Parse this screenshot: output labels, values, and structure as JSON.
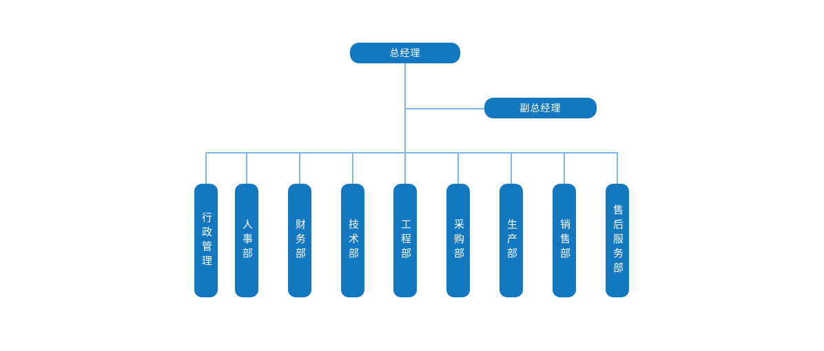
{
  "org_chart": {
    "root": {
      "label": "总经理"
    },
    "deputy": {
      "label": "副总经理"
    },
    "departments": [
      {
        "label": "行政管理"
      },
      {
        "label": "人事部"
      },
      {
        "label": "财务部"
      },
      {
        "label": "技术部"
      },
      {
        "label": "工程部"
      },
      {
        "label": "采购部"
      },
      {
        "label": "生产部"
      },
      {
        "label": "销售部"
      },
      {
        "label": "售后服务部"
      }
    ],
    "colors": {
      "node_fill": "#1478c0",
      "connector_line": "#7fb4e2",
      "node_text": "#ffffff",
      "background": "#ffffff"
    }
  }
}
